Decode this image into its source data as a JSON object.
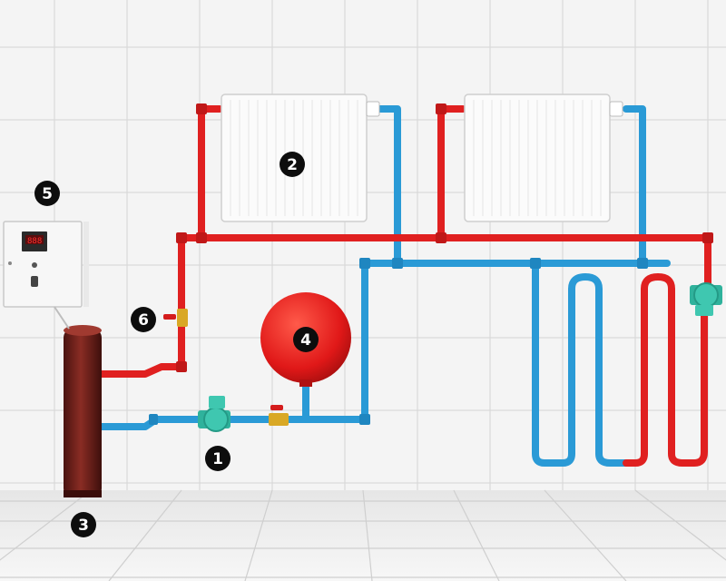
{
  "callouts": [
    {
      "id": "1",
      "text": "1"
    },
    {
      "id": "2",
      "text": "2"
    },
    {
      "id": "3",
      "text": "3"
    },
    {
      "id": "4",
      "text": "4"
    },
    {
      "id": "5",
      "text": "5"
    },
    {
      "id": "6",
      "text": "6"
    }
  ],
  "colors": {
    "supply_pipe": "#e02020",
    "return_pipe": "#2a9ad6",
    "boiler_body": "#6b1f1a",
    "expansion_tank": "#e01818",
    "pump": "#3fc7b0",
    "radiator": "#fbfbfb",
    "control_panel": "#f7f7f7"
  },
  "icons": [
    "boiler-icon",
    "radiator-icon",
    "expansion-tank-icon",
    "circulation-pump-icon",
    "ball-valve-icon",
    "control-panel-icon"
  ]
}
